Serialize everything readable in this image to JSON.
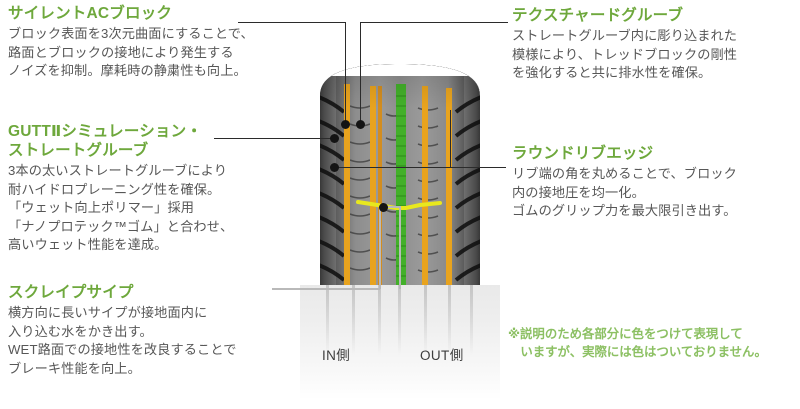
{
  "page": {
    "background": "#ffffff",
    "accent_green": "#6ea83c",
    "body_text_color": "#575757",
    "note_green": "#8cc063",
    "groove_orange": "#e8a31e",
    "groove_green": "#43b02a",
    "sipe_yellow": "#e8e81e"
  },
  "callouts": {
    "silent_ac_block": {
      "title": "サイレントACブロック",
      "body": "ブロック表面を3次元曲面にすることで、\n路面とブロックの接地により発生する\nノイズを抑制。摩耗時の静粛性も向上。"
    },
    "gutt_simulation": {
      "title": "GUTTⅡシミュレーション・\nストレートグルーブ",
      "body": "3本の太いストレートグルーブにより\n耐ハイドロプレーニング性を確保。\n「ウェット向上ポリマー」採用\n「ナノプロテック™ゴム」と合わせ、\n高いウェット性能を達成。"
    },
    "scrape_sipe": {
      "title": "スクレイプサイプ",
      "body": "横方向に長いサイプが接地面内に\n入り込む水をかき出す。\nWET路面での接地性を改良することで\nブレーキ性能を向上。"
    },
    "textured_groove": {
      "title": "テクスチャードグルーブ",
      "body": "ストレートグルーブ内に彫り込まれた\n模様により、トレッドブロックの剛性\nを強化すると共に排水性を確保。"
    },
    "round_rib_edge": {
      "title": "ラウンドリブエッジ",
      "body": "リブ端の角を丸めることで、ブロック\n内の接地圧を均一化。\nゴムのグリップ力を最大限引き出す。"
    }
  },
  "note": "※説明のため各部分に色をつけて表現して\n　いますが、実際には色はついておりません。",
  "tire": {
    "label_in": "IN側",
    "label_out": "OUT側"
  }
}
